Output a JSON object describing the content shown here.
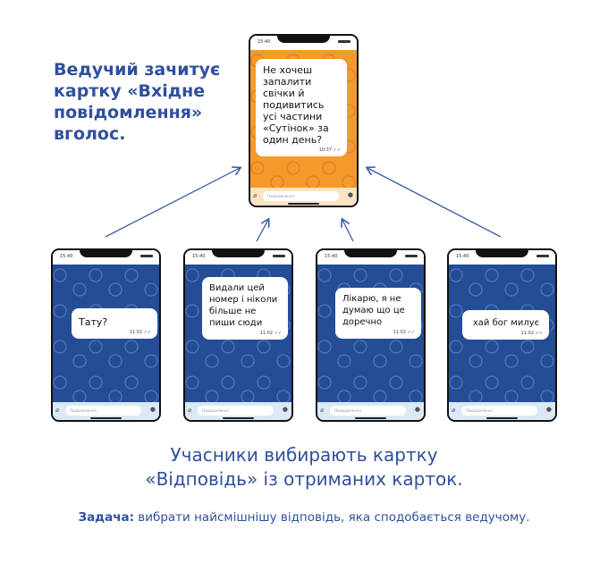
{
  "intro_text": "Ведучий зачитує картку «Вхідне повідомлення» вголос.",
  "host_phone": {
    "status_time": "15:40",
    "message": "Не хочеш запалити свічки й подивитись усі частини «Сутінок» за один день?",
    "message_time": "10:37 ✓✓",
    "placeholder": "Повідомлення",
    "theme": "orange"
  },
  "answer_phones": [
    {
      "status_time": "15:40",
      "message": "Тату?",
      "message_time": "11:02 ✓✓",
      "placeholder": "Повідомлення"
    },
    {
      "status_time": "15:40",
      "message": "Видали цей номер і ніколи більше не пиши сюди",
      "message_time": "11:02 ✓✓",
      "placeholder": "Повідомлення"
    },
    {
      "status_time": "15:40",
      "message": "Лікарю, я не думаю що це доречно",
      "message_time": "11:02 ✓✓",
      "placeholder": "Повідомлення"
    },
    {
      "status_time": "15:40",
      "message": "хай бог милує",
      "message_time": "11:02 ✓✓",
      "placeholder": "Повідомлення"
    }
  ],
  "bottom_text_line1": "Учасники вибирають картку",
  "bottom_text_line2": "«Відповідь» із отриманих карток.",
  "task_label": "Задача:",
  "task_text": " вибрати найсмішнішу відповідь, яка сподобається ведучому.",
  "colors": {
    "text": "#2f4f9e",
    "answer_bg": "#254d96",
    "host_bg": "#f39a2c",
    "arrow": "#3a5aa5"
  }
}
